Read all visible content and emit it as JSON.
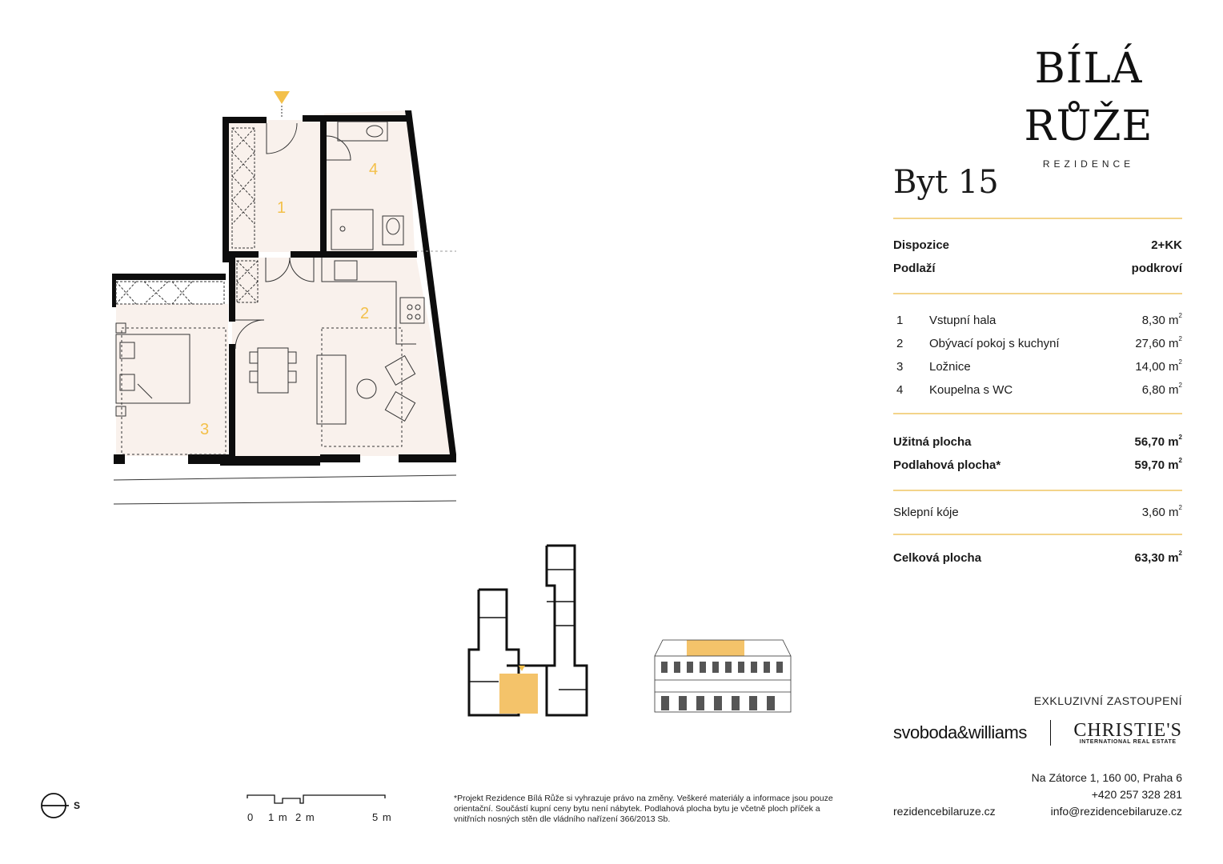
{
  "brand": {
    "name": "BÍLÁ RŮŽE",
    "sub": "REZIDENCE"
  },
  "apartment": {
    "title": "Byt 15",
    "disposition_label": "Dispozice",
    "disposition_value": "2+KK",
    "floor_label": "Podlaží",
    "floor_value": "podkroví"
  },
  "rooms": [
    {
      "num": "1",
      "name": "Vstupní hala",
      "area": "8,30 m"
    },
    {
      "num": "2",
      "name": "Obývací pokoj s kuchyní",
      "area": "27,60 m"
    },
    {
      "num": "3",
      "name": "Ložnice",
      "area": "14,00 m"
    },
    {
      "num": "4",
      "name": "Koupelna s WC",
      "area": "6,80 m"
    }
  ],
  "areas": {
    "usable_label": "Užitná plocha",
    "usable_value": "56,70 m",
    "floor_label": "Podlahová plocha*",
    "floor_value": "59,70 m",
    "cellar_label": "Sklepní kóje",
    "cellar_value": "3,60 m",
    "total_label": "Celková plocha",
    "total_value": "63,30 m",
    "sup": "2"
  },
  "agency": {
    "heading": "EXKLUZIVNÍ ZASTOUPENÍ",
    "logo_left": "svoboda&williams",
    "logo_right": "CHRISTIE'S",
    "logo_right_sub": "INTERNATIONAL REAL ESTATE"
  },
  "address": {
    "line1": "Na Zátorce 1, 160 00, Praha 6",
    "phone": "+420 257 328 281"
  },
  "contacts": {
    "web": "rezidencebilaruze.cz",
    "email": "info@rezidencebilaruze.cz"
  },
  "disclaimer": "*Projekt Rezidence Bílá Růže si vyhrazuje právo na změny. Veškeré materiály a informace jsou pouze orientační. Součástí kupní ceny bytu není nábytek. Podlahová plocha bytu je včetně ploch příček a vnitřních nosných stěn dle vládního nařízení 366/2013 Sb.",
  "compass": {
    "label": "S"
  },
  "scale": {
    "l0": "0",
    "l1": "1 m",
    "l2": "2 m",
    "l5": "5 m"
  },
  "plan_labels": {
    "r1": "1",
    "r2": "2",
    "r3": "3",
    "r4": "4"
  },
  "colors": {
    "accent": "#f3c04a",
    "rule": "#f3d48a",
    "floor": "#f9f1ec",
    "highlight": "#f4c36a"
  }
}
